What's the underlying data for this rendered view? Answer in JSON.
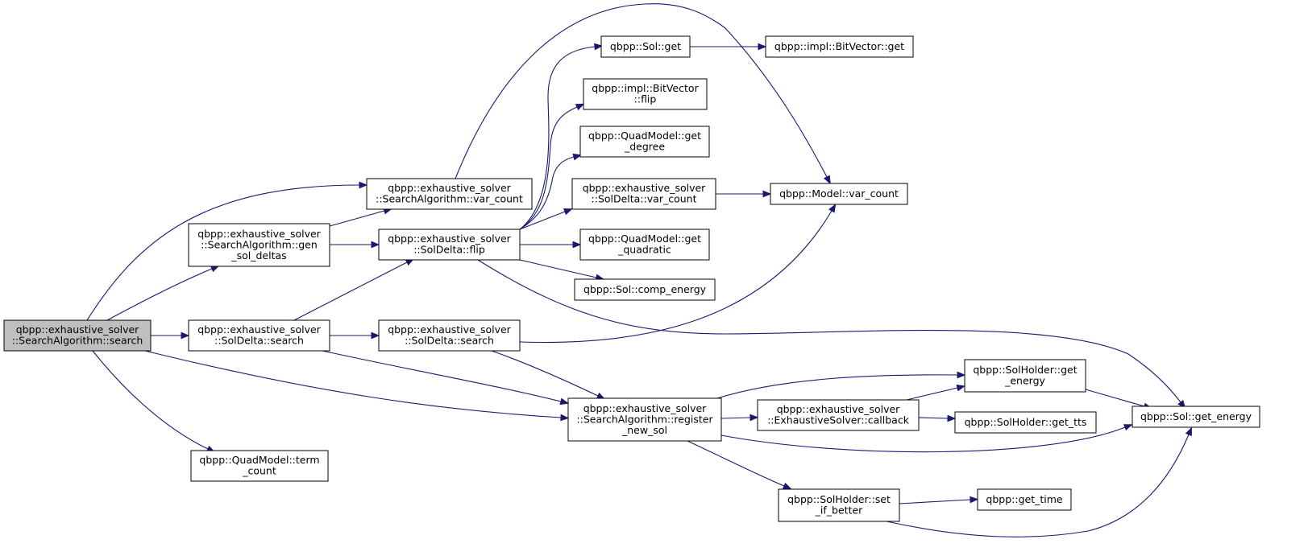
{
  "colors": {
    "edge": "#191970",
    "node_fill": "#ffffff",
    "root_fill": "#bfbfbf",
    "border": "#000000"
  },
  "nodes": [
    {
      "id": "search_root",
      "lines": [
        "qbpp::exhaustive_solver",
        "::SearchAlgorithm::search"
      ],
      "root": true
    },
    {
      "id": "sa_var_count",
      "lines": [
        "qbpp::exhaustive_solver",
        "::SearchAlgorithm::var_count"
      ]
    },
    {
      "id": "gen_sol_deltas",
      "lines": [
        "qbpp::exhaustive_solver",
        "::SearchAlgorithm::gen",
        "_sol_deltas"
      ]
    },
    {
      "id": "soldelta_search_a",
      "lines": [
        "qbpp::exhaustive_solver",
        "::SolDelta::search"
      ]
    },
    {
      "id": "term_count",
      "lines": [
        "qbpp::QuadModel::term",
        "_count"
      ]
    },
    {
      "id": "soldelta_flip",
      "lines": [
        "qbpp::exhaustive_solver",
        "::SolDelta::flip"
      ]
    },
    {
      "id": "soldelta_search_b",
      "lines": [
        "qbpp::exhaustive_solver",
        "::SolDelta::search"
      ]
    },
    {
      "id": "register_new_sol",
      "lines": [
        "qbpp::exhaustive_solver",
        "::SearchAlgorithm::register",
        "_new_sol"
      ]
    },
    {
      "id": "sol_get",
      "lines": [
        "qbpp::Sol::get"
      ]
    },
    {
      "id": "bitvector_flip",
      "lines": [
        "qbpp::impl::BitVector",
        "::flip"
      ]
    },
    {
      "id": "get_degree",
      "lines": [
        "qbpp::QuadModel::get",
        "_degree"
      ]
    },
    {
      "id": "soldelta_var_count",
      "lines": [
        "qbpp::exhaustive_solver",
        "::SolDelta::var_count"
      ]
    },
    {
      "id": "get_quadratic",
      "lines": [
        "qbpp::QuadModel::get",
        "_quadratic"
      ]
    },
    {
      "id": "comp_energy",
      "lines": [
        "qbpp::Sol::comp_energy"
      ]
    },
    {
      "id": "bitvector_get",
      "lines": [
        "qbpp::impl::BitVector::get"
      ]
    },
    {
      "id": "model_var_count",
      "lines": [
        "qbpp::Model::var_count"
      ]
    },
    {
      "id": "callback",
      "lines": [
        "qbpp::exhaustive_solver",
        "::ExhaustiveSolver::callback"
      ]
    },
    {
      "id": "set_if_better",
      "lines": [
        "qbpp::SolHolder::set",
        "_if_better"
      ]
    },
    {
      "id": "holder_get_energy",
      "lines": [
        "qbpp::SolHolder::get",
        "_energy"
      ]
    },
    {
      "id": "get_tts",
      "lines": [
        "qbpp::SolHolder::get_tts"
      ]
    },
    {
      "id": "get_time",
      "lines": [
        "qbpp::get_time"
      ]
    },
    {
      "id": "sol_get_energy",
      "lines": [
        "qbpp::Sol::get_energy"
      ]
    }
  ],
  "edges": [
    {
      "from": "search_root",
      "to": "sa_var_count"
    },
    {
      "from": "search_root",
      "to": "gen_sol_deltas"
    },
    {
      "from": "search_root",
      "to": "soldelta_search_a"
    },
    {
      "from": "search_root",
      "to": "register_new_sol"
    },
    {
      "from": "search_root",
      "to": "term_count"
    },
    {
      "from": "gen_sol_deltas",
      "to": "sa_var_count"
    },
    {
      "from": "gen_sol_deltas",
      "to": "soldelta_flip"
    },
    {
      "from": "sa_var_count",
      "to": "model_var_count"
    },
    {
      "from": "soldelta_search_a",
      "to": "soldelta_flip"
    },
    {
      "from": "soldelta_search_a",
      "to": "soldelta_search_b"
    },
    {
      "from": "soldelta_search_a",
      "to": "register_new_sol"
    },
    {
      "from": "soldelta_search_b",
      "to": "model_var_count"
    },
    {
      "from": "soldelta_search_b",
      "to": "register_new_sol"
    },
    {
      "from": "soldelta_flip",
      "to": "sol_get"
    },
    {
      "from": "soldelta_flip",
      "to": "bitvector_flip"
    },
    {
      "from": "soldelta_flip",
      "to": "get_degree"
    },
    {
      "from": "soldelta_flip",
      "to": "soldelta_var_count"
    },
    {
      "from": "soldelta_flip",
      "to": "get_quadratic"
    },
    {
      "from": "soldelta_flip",
      "to": "comp_energy"
    },
    {
      "from": "soldelta_flip",
      "to": "sol_get_energy"
    },
    {
      "from": "sol_get",
      "to": "bitvector_get"
    },
    {
      "from": "soldelta_var_count",
      "to": "model_var_count"
    },
    {
      "from": "register_new_sol",
      "to": "holder_get_energy"
    },
    {
      "from": "register_new_sol",
      "to": "callback"
    },
    {
      "from": "register_new_sol",
      "to": "sol_get_energy"
    },
    {
      "from": "register_new_sol",
      "to": "set_if_better"
    },
    {
      "from": "callback",
      "to": "holder_get_energy"
    },
    {
      "from": "callback",
      "to": "get_tts"
    },
    {
      "from": "holder_get_energy",
      "to": "sol_get_energy"
    },
    {
      "from": "set_if_better",
      "to": "get_time"
    },
    {
      "from": "set_if_better",
      "to": "sol_get_energy"
    }
  ]
}
